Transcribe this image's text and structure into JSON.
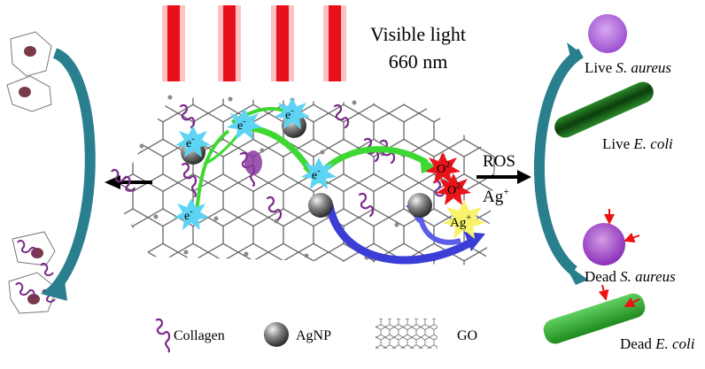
{
  "light": {
    "line1": "Visible light",
    "line2": "660 nm"
  },
  "output": {
    "ros": "ROS",
    "ag_base": "Ag",
    "ag_sup": "+"
  },
  "electron": {
    "base": "e",
    "sup": "-"
  },
  "oxygen": {
    "base": "O",
    "sup": "2",
    "sub": "-"
  },
  "silver_ion": {
    "base": "Ag",
    "sup": "+"
  },
  "bacteria": {
    "live_sa_prefix": "Live ",
    "live_sa_species": "S. aureus",
    "live_ec_prefix": "Live ",
    "live_ec_species": "E. coli",
    "dead_sa_prefix": "Dead ",
    "dead_sa_species": "S. aureus",
    "dead_ec_prefix": "Dead ",
    "dead_ec_species": "E. coli"
  },
  "legend": {
    "collagen": "Collagen",
    "agnp": "AgNP",
    "go": "GO"
  },
  "colors": {
    "laser": "#e8101a",
    "arrow_green": "#3ed833",
    "arrow_blue": "#3a3ed6",
    "arrow_teal": "#2a7f8f",
    "collagen": "#7a2a8a",
    "electron_burst": "#5ed4f5",
    "ros_burst": "#e8141a",
    "ag_burst": "#f7f36b",
    "sa_live": "#b066dd",
    "ec_live": "#1f7d1f"
  }
}
